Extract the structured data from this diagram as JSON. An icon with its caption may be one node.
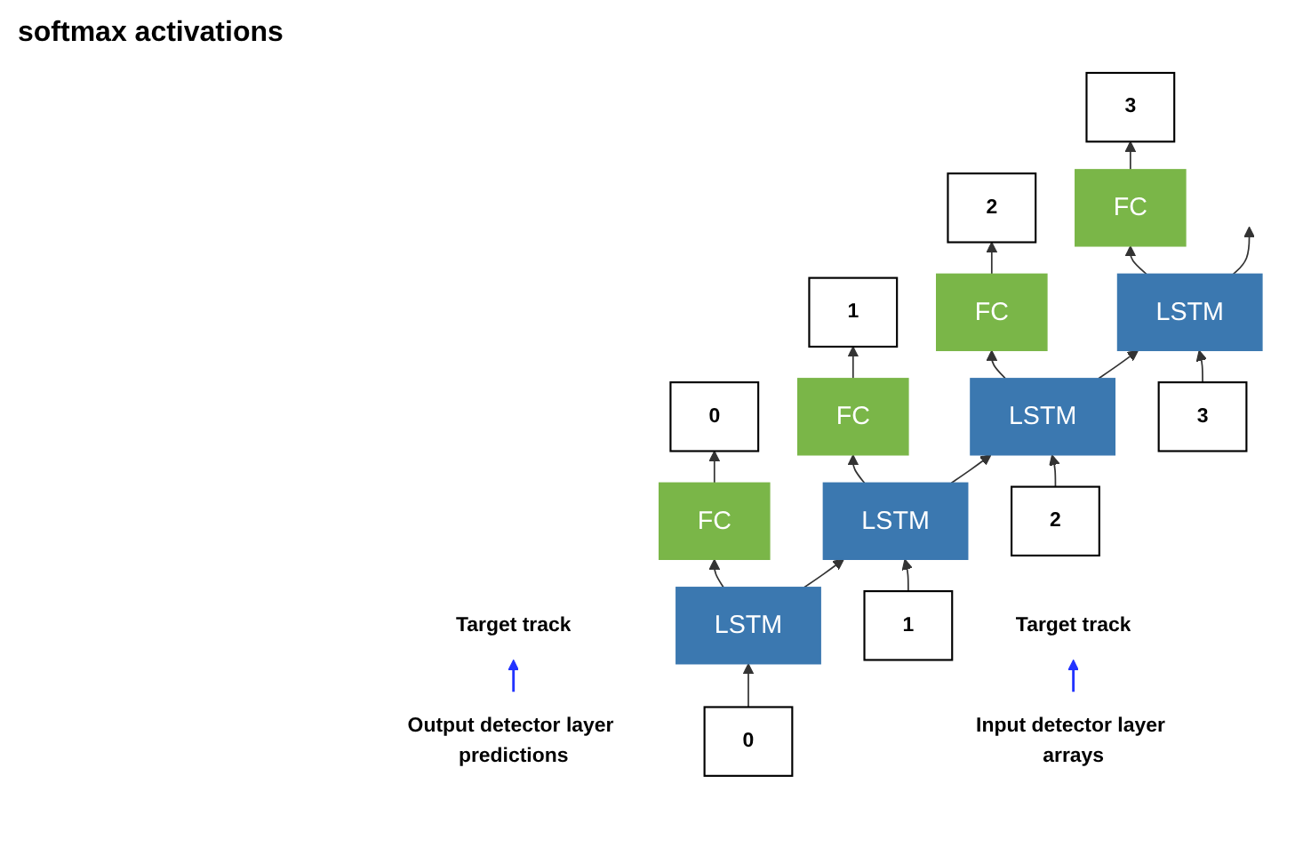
{
  "diagram": {
    "nodes": [
      {
        "text": [
          "Output detector layer predictions"
        ]
      },
      {
        "text": [
          "0"
        ]
      },
      {
        "text": [
          "1"
        ]
      },
      {
        "text": [
          "2"
        ]
      },
      {
        "text": [
          "3"
        ]
      },
      {
        "text": [
          "Target track"
        ]
      },
      {
        "text": [
          "FC"
        ]
      },
      {
        "text": [
          "FC"
        ]
      },
      {
        "text": [
          "FC"
        ]
      },
      {
        "text": [
          "FC"
        ]
      },
      {
        "text": [
          "LSTM"
        ]
      },
      {
        "text": [
          "LSTM"
        ]
      },
      {
        "text": [
          "LSTM"
        ]
      },
      {
        "text": [
          "LSTM"
        ]
      },
      {
        "text": [
          "Input detector layer arrays"
        ]
      },
      {
        "text": [
          "0"
        ]
      },
      {
        "text": [
          "1"
        ]
      },
      {
        "text": [
          "2"
        ]
      },
      {
        "text": [
          "3"
        ]
      },
      {
        "text": [
          "Target track"
        ]
      }
    ],
    "edges": [
      {
        "from": 0,
        "to": 5,
        "arrow": "to",
        "color": "#2233ff"
      },
      {
        "from": 6,
        "to": 1,
        "arrow": "to"
      },
      {
        "from": 7,
        "to": 2,
        "arrow": "to"
      },
      {
        "from": 8,
        "to": 3,
        "arrow": "to"
      },
      {
        "from": 9,
        "to": 4,
        "arrow": "to"
      },
      {
        "from": 10,
        "to": 6,
        "arrow": "to"
      },
      {
        "from": 11,
        "to": 7,
        "arrow": "to"
      },
      {
        "from": 12,
        "to": 8,
        "arrow": "to"
      },
      {
        "from": 13,
        "to": 9,
        "arrow": "to"
      },
      {
        "from": 10,
        "to": 11,
        "arrow": "to"
      },
      {
        "from": 11,
        "to": 12,
        "arrow": "to"
      },
      {
        "from": 12,
        "to": 13,
        "arrow": "to"
      },
      {
        "from": 13,
        "to": null,
        "arrow": "to"
      },
      {
        "from": 15,
        "to": 10,
        "arrow": "to"
      },
      {
        "from": 16,
        "to": 11,
        "arrow": "to"
      },
      {
        "from": 17,
        "to": 12,
        "arrow": "to"
      },
      {
        "from": 18,
        "to": 13,
        "arrow": "to"
      },
      {
        "from": 14,
        "to": 19,
        "arrow": "to",
        "color": "#2233ff"
      }
    ],
    "labels": [
      "softmax activations"
    ]
  }
}
